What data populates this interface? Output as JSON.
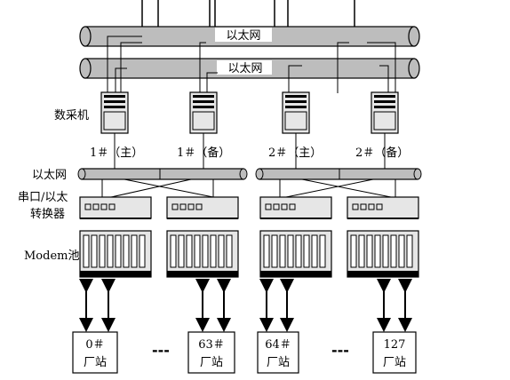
{
  "diagram": {
    "backbone_labels": [
      "以太网",
      "以太网"
    ],
    "left_labels": {
      "acquisition": "数采机",
      "local_ethernet": "以太网",
      "converter_line1": "串口/以太",
      "converter_line2": "转换器",
      "modem_pool": "Modem池"
    },
    "computers": [
      {
        "label": "1＃（主）"
      },
      {
        "label": "1＃（备）"
      },
      {
        "label": "2＃（主）"
      },
      {
        "label": "2＃（备）"
      }
    ],
    "stations": [
      {
        "number": "0＃",
        "name": "厂站"
      },
      {
        "number": "63＃",
        "name": "厂站"
      },
      {
        "number": "64＃",
        "name": "厂站"
      },
      {
        "number": "127",
        "name": "厂站"
      }
    ],
    "ellipsis": [
      "---",
      "---"
    ],
    "colors": {
      "pipe": "#bdbdbd",
      "line": "#000000",
      "device": "#e6e6e6"
    }
  }
}
